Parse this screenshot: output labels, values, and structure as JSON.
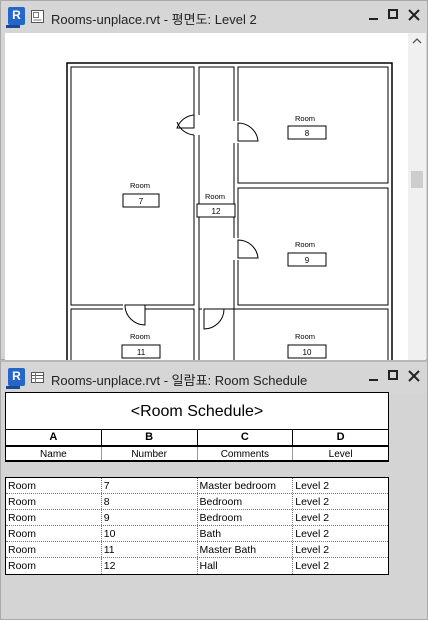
{
  "plan_window": {
    "title": "Rooms-unplace.rvt - 평면도: Level 2",
    "logo_letter": "R",
    "room_label": "Room",
    "rooms": [
      {
        "number": "7"
      },
      {
        "number": "8"
      },
      {
        "number": "9"
      },
      {
        "number": "10"
      },
      {
        "number": "11"
      },
      {
        "number": "12"
      }
    ]
  },
  "schedule_window": {
    "title": "Rooms-unplace.rvt - 일람표: Room Schedule",
    "logo_letter": "R",
    "schedule_title": "<Room Schedule>",
    "column_letters": [
      "A",
      "B",
      "C",
      "D"
    ],
    "headers": [
      "Name",
      "Number",
      "Comments",
      "Level"
    ],
    "rows": [
      [
        "Room",
        "7",
        "Master bedroom",
        "Level 2"
      ],
      [
        "Room",
        "8",
        "Bedroom",
        "Level 2"
      ],
      [
        "Room",
        "9",
        "Bedroom",
        "Level 2"
      ],
      [
        "Room",
        "10",
        "Bath",
        "Level 2"
      ],
      [
        "Room",
        "11",
        "Master Bath",
        "Level 2"
      ],
      [
        "Room",
        "12",
        "Hall",
        "Level 2"
      ]
    ]
  }
}
